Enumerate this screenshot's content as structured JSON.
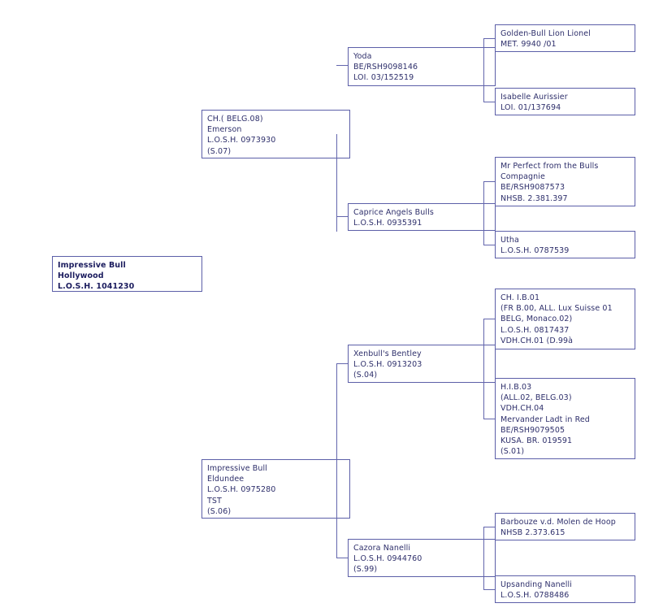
{
  "document": {
    "type": "pedigree-chart",
    "title": "Impressive Bull Hollywood Pedigree",
    "background_color": "#ffffff",
    "box_border_color": "#5c5fa8",
    "text_color": "#2e2f6b"
  },
  "nodes": {
    "root": {
      "label": "Impressive Bull\nHollywood\nL.O.S.H. 1041230",
      "generation": 1
    },
    "sire": {
      "label": "CH.( BELG.08)\nEmerson\nL.O.S.H. 0973930\n(S.07)",
      "generation": 2
    },
    "dam": {
      "label": "Impressive Bull\nEldundee\nL.O.S.H. 0975280\nTST\n(S.06)",
      "generation": 2
    },
    "sire_sire": {
      "label": "Yoda\nBE/RSH9098146\nLOI. 03/152519",
      "generation": 3
    },
    "sire_dam": {
      "label": "Caprice Angels Bulls\nL.O.S.H. 0935391",
      "generation": 3
    },
    "dam_sire": {
      "label": "Xenbull's Bentley\nL.O.S.H. 0913203\n(S.04)",
      "generation": 3
    },
    "dam_dam": {
      "label": "Cazora Nanelli\nL.O.S.H. 0944760\n(S.99)",
      "generation": 3
    },
    "sire_sire_sire": {
      "label": "Golden-Bull Lion Lionel\nMET. 9940 /01",
      "generation": 4
    },
    "sire_sire_dam": {
      "label": "Isabelle Aurissier\nLOI. 01/137694",
      "generation": 4
    },
    "sire_dam_sire": {
      "label": "Mr Perfect from the Bulls\nCompagnie\nBE/RSH9087573\nNHSB. 2.381.397",
      "generation": 4
    },
    "sire_dam_dam": {
      "label": "Utha\nL.O.S.H. 0787539",
      "generation": 4
    },
    "dam_sire_sire": {
      "label": "CH. I.B.01\n(FR B.00, ALL. Lux Suisse 01\nBELG, Monaco.02)\nL.O.S.H. 0817437\nVDH.CH.01 (D.99à",
      "generation": 4
    },
    "dam_sire_dam": {
      "label": "H.I.B.03\n(ALL.02, BELG.03)\nVDH.CH.04\nMervander Ladt in Red\nBE/RSH9079505\nKUSA. BR. 019591\n(S.01)",
      "generation": 4
    },
    "dam_dam_sire": {
      "label": "Barbouze v.d. Molen de Hoop\nNHSB 2.373.615",
      "generation": 4
    },
    "dam_dam_dam": {
      "label": "Upsanding Nanelli\nL.O.S.H. 0788486",
      "generation": 4
    }
  }
}
